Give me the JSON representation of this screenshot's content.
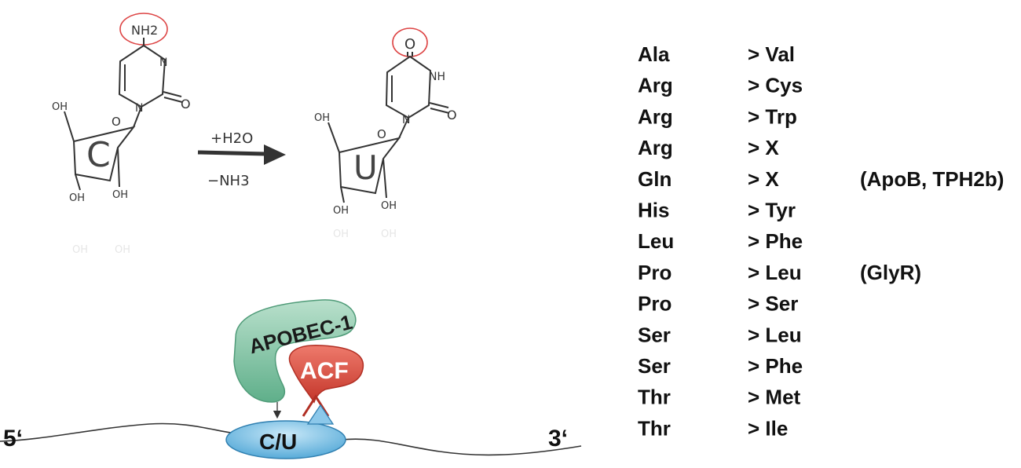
{
  "reaction": {
    "reactant_ring_letter": "C",
    "product_ring_letter": "U",
    "reactant_amino": "NH2",
    "product_carbonyl": "O",
    "ring_N": "N",
    "ring_NH": "NH",
    "ring_O": "O",
    "sugar_oh": "OH",
    "arrow_top": "+H2O",
    "arrow_bottom": "−NH3"
  },
  "editing": {
    "five_prime": "5‘",
    "three_prime": "3‘",
    "site_label": "C/U",
    "enzyme_label": "APOBEC-1",
    "cofactor_label": "ACF",
    "colors": {
      "apobec": "#7cbfa0",
      "acf": "#d9473a",
      "site": "#6cb8e0"
    }
  },
  "substitutions": [
    {
      "from": "Ala",
      "to": "> Val",
      "note": ""
    },
    {
      "from": "Arg",
      "to": "> Cys",
      "note": ""
    },
    {
      "from": "Arg",
      "to": "> Trp",
      "note": ""
    },
    {
      "from": "Arg",
      "to": "> X",
      "note": ""
    },
    {
      "from": "Gln",
      "to": "> X",
      "note": "(ApoB, TPH2b)"
    },
    {
      "from": "His",
      "to": "> Tyr",
      "note": ""
    },
    {
      "from": "Leu",
      "to": "> Phe",
      "note": ""
    },
    {
      "from": "Pro",
      "to": "> Leu",
      "note": "(GlyR)"
    },
    {
      "from": "Pro",
      "to": "> Ser",
      "note": ""
    },
    {
      "from": "Ser",
      "to": "> Leu",
      "note": ""
    },
    {
      "from": "Ser",
      "to": "> Phe",
      "note": ""
    },
    {
      "from": "Thr",
      "to": "> Met",
      "note": ""
    },
    {
      "from": "Thr",
      "to": "> Ile",
      "note": ""
    }
  ]
}
